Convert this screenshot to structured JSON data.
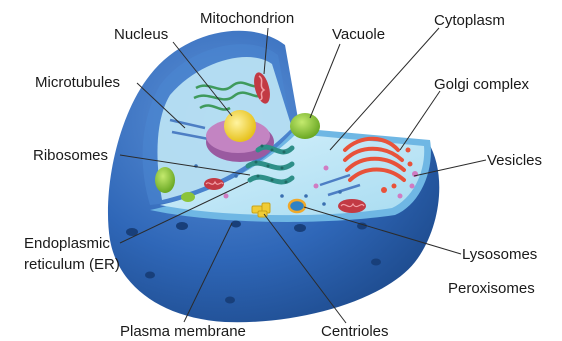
{
  "labels": {
    "nucleus": "Nucleus",
    "mitochondrion": "Mitochondrion",
    "vacuole": "Vacuole",
    "cytoplasm": "Cytoplasm",
    "microtubules": "Microtubules",
    "golgi": "Golgi complex",
    "ribosomes": "Ribosomes",
    "vesicles": "Vesicles",
    "er_line1": "Endoplasmic",
    "er_line2": "reticulum (ER)",
    "lysosomes": "Lysosomes",
    "peroxisomes": "Peroxisomes",
    "plasma_membrane": "Plasma membrane",
    "centrioles": "Centrioles"
  },
  "colors": {
    "membrane_outer": "#2f67b8",
    "membrane_dark": "#1e4f95",
    "cytoplasm": "#bfe6f5",
    "cut_rim": "#6fb7e4",
    "nuclear_envelope": "#b574b4",
    "nucleolus": "#f2d53c",
    "golgi": "#e8523a",
    "er": "#3aa7a0",
    "mitochondrion": "#c23a44",
    "vacuole": "#8cc43a",
    "centrioles": "#f0cc36"
  }
}
